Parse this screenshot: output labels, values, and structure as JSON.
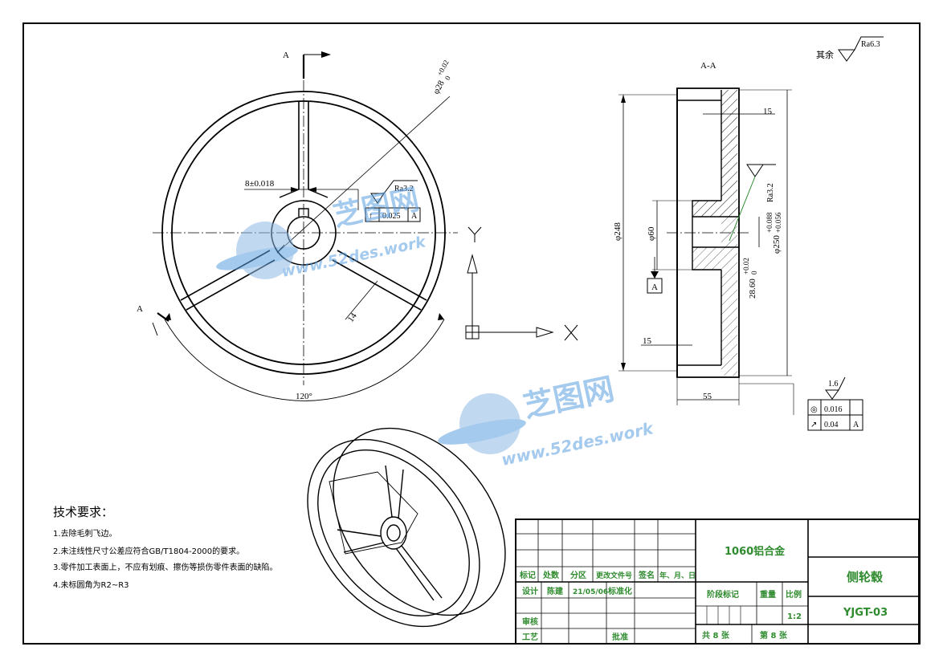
{
  "view_labels": {
    "section_marker_top": "A",
    "section_marker_left": "A",
    "section_view_title": "A-A"
  },
  "front_view": {
    "dim_outer_diameter": "φ28",
    "dim_outer_tol_upper": "+0.02",
    "dim_outer_tol_lower": "0",
    "dim_keyway": "8±0.018",
    "dim_rib": "14",
    "dim_angle": "120°",
    "roughness": "Ra3.2",
    "tolerance_symbol": "↑",
    "tolerance_value": "0.025",
    "tolerance_datum": "A"
  },
  "ucs_icon": {
    "x_label": "X",
    "y_label": "Y"
  },
  "section_view": {
    "dim_top_width": "15",
    "dim_bottom_width": "15",
    "dim_outer": "φ248",
    "dim_hub": "φ60",
    "dim_bore": "φ250",
    "dim_bore_tol_upper": "+0.088",
    "dim_bore_tol_lower": "+0.056",
    "dim_key": "28.60",
    "dim_key_tol_upper": "+0.02",
    "dim_key_tol_lower": "0",
    "dim_length": "55",
    "roughness": "Ra3.2",
    "datum_label": "A",
    "roughness_value": "1.6",
    "gdt_rows": [
      {
        "symbol": "◎",
        "value": "0.016",
        "datum": ""
      },
      {
        "symbol": "↗",
        "value": "0.04",
        "datum": "A"
      }
    ]
  },
  "other_roughness": {
    "prefix": "其余",
    "value": "Ra6.3"
  },
  "tech_requirements": {
    "title": "技术要求：",
    "items": [
      "1.去除毛刺飞边。",
      "2.未注线性尺寸公差应符合GB/T1804-2000的要求。",
      "3.零件加工表面上，不应有划痕、擦伤等损伤零件表面的缺陷。",
      "4.未标圆角为R2~R3"
    ]
  },
  "title_block": {
    "material": "1060铝合金",
    "part_name": "侧轮毂",
    "drawing_number": "YJGT-03",
    "header_labels": [
      "标记",
      "处数",
      "分区",
      "更改文件号",
      "签名",
      "年、月、日"
    ],
    "design_label": "设计",
    "designer": "陈建",
    "design_date": "21/05/06",
    "standardize_label": "标准化",
    "stage_label": "阶段标记",
    "weight_label": "重量",
    "scale_label": "比例",
    "scale_value": "1:2",
    "review_label": "审核",
    "process_label": "工艺",
    "approve_label": "批准",
    "total_sheets": "共 8 张",
    "sheet_no": "第 8 张"
  },
  "watermark": {
    "brand": "芝图网",
    "url": "www.52des.work"
  },
  "colors": {
    "line": "#000000",
    "green_text": "#2e8b2e",
    "watermark_blue": "#6aa0d8"
  }
}
